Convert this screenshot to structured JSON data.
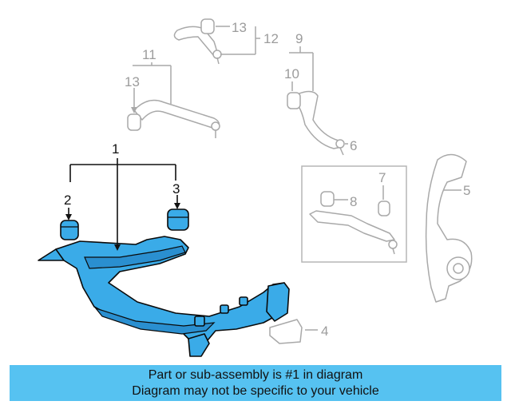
{
  "callouts": {
    "c1": "1",
    "c2": "2",
    "c3": "3",
    "c4": "4",
    "c5": "5",
    "c6": "6",
    "c7": "7",
    "c8": "8",
    "c9": "9",
    "c10": "10",
    "c11": "11",
    "c12": "12",
    "c13_top": "13",
    "c13_left": "13"
  },
  "colors": {
    "highlight": "#3aabe8",
    "banner": "#56c2f1",
    "ghost_stroke": "#a9a9a9"
  },
  "footer": {
    "line1": "Part or sub-assembly is #1 in diagram",
    "line2": "Diagram may not be specific to your vehicle"
  }
}
